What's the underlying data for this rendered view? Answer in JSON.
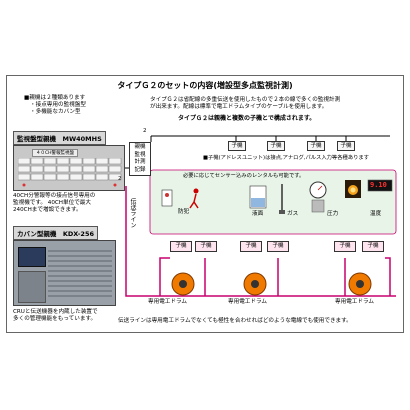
{
  "title": "タイプＧ２のセットの内容(増設型多点監視計測)",
  "left_list": {
    "items": [
      "■親機は２種類あります",
      "・接点専用の監視盤型",
      "・多機能なカバン型"
    ]
  },
  "top_desc": {
    "lines": [
      "タイプＧ２は省配線の多重伝送を使用したもので２本の線で多くの監視計測",
      "が出来ます。配線は標準で電工ドラムタイプのケーブルを使用します。"
    ]
  },
  "subtitle": "タイプＧ２は親機と複数の子機とで構成されます。",
  "panel1": {
    "title": "監視盤型親機　MW40MHS",
    "inner_label": "４０CH警報監視盤",
    "desc": [
      "40CH分警報等の接点信号専用の",
      "監視機です。 40CH単位で最大",
      "240CHまで増設できます。"
    ]
  },
  "panel2": {
    "title": "カバン型親機　KDX-256",
    "desc": [
      "CRUと伝送機器を内蔵した装置で",
      "多くの管理機能をもっています。"
    ]
  },
  "record_box": {
    "lines": [
      "親機",
      "監視",
      "計測",
      "記録"
    ]
  },
  "child_label": "子機",
  "child_note": "■子機(アドレスユニット)は接点,アナログ,パルス入力等各種あります",
  "sensor_note": "必要に応じてセンサー込みのレンタルも可能です。",
  "sensors": {
    "crime": "防犯",
    "level": "液面",
    "gas": "ガス",
    "pressure": "圧力",
    "temperature": "温度"
  },
  "temp_display": "9.10",
  "wire_labels": {
    "two_a": "2",
    "two_b": "2",
    "transmission_line": "伝送ライン"
  },
  "drum_label": "専用電工ドラム",
  "bottom_note": "伝送ラインは専用電工ドラムでなくても極性を合わせればどのような電線でも使用できます。"
}
